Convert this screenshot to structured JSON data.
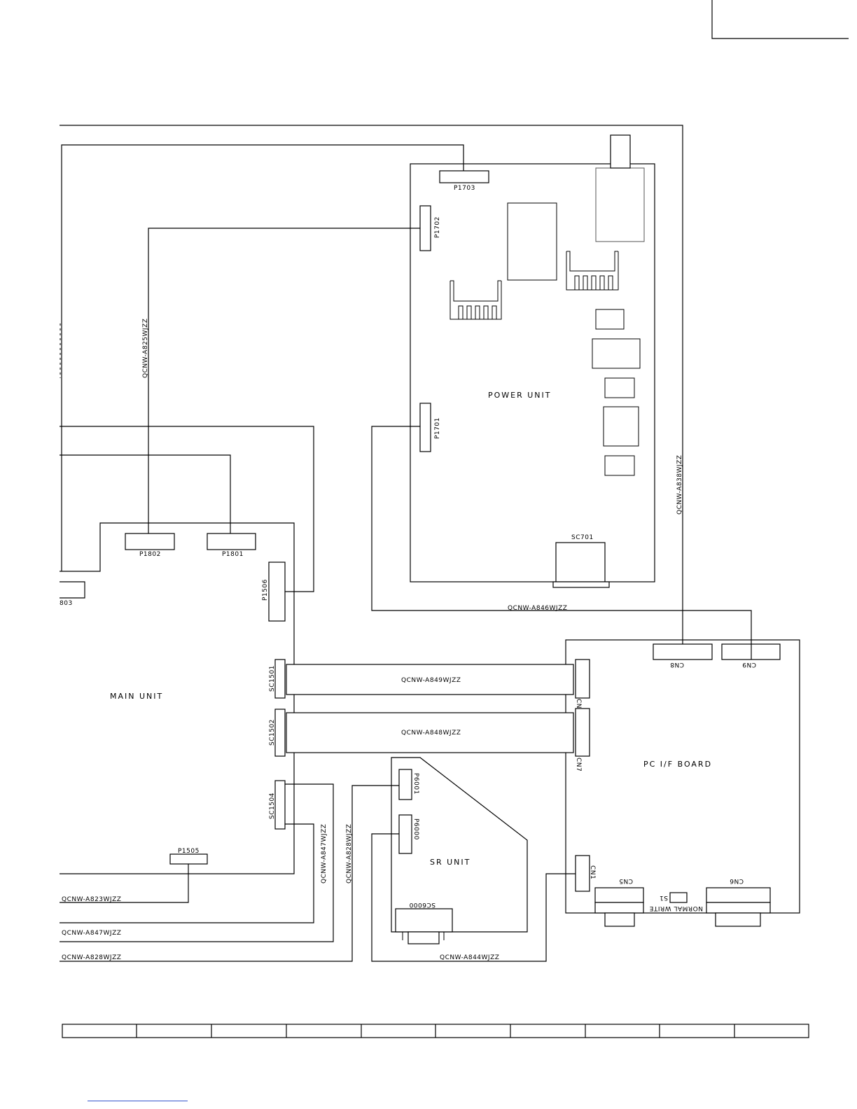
{
  "units": {
    "power": "POWER UNIT",
    "main": "MAIN UNIT",
    "pcif": "PC I/F BOARD",
    "sr": "SR UNIT"
  },
  "connectors": {
    "p1703": "P1703",
    "p1702": "P1702",
    "p1701": "P1701",
    "sc701": "SC701",
    "p1802": "P1802",
    "p1801": "P1801",
    "p1803": "803",
    "p1506": "P1506",
    "sc1501": "SC1501",
    "sc1502": "SC1502",
    "sc1504": "SC1504",
    "p1505": "P1505",
    "cn8": "CN8",
    "cn9": "CN9",
    "cn6": "CN6",
    "cn7": "CN7",
    "cn1": "CN1",
    "cn5": "CN5",
    "cn6b": "CN6",
    "p6001": "P6001",
    "p6000": "P6000",
    "sc6000": "SC6000",
    "s1": "S1",
    "normal_write": "NORMAL  WRITE"
  },
  "cables": {
    "a825": "QCNW-A825WJZZ",
    "a838": "QCNW-A838WJZZ",
    "a846": "QCNW-A846WJZZ",
    "a849": "QCNW-A849WJZZ",
    "a848": "QCNW-A848WJZZ",
    "a847v": "QCNW-A847WJZZ",
    "a828v": "QCNW-A828WJZZ",
    "a823": "QCNW-A823WJZZ",
    "a847": "QCNW-A847WJZZ",
    "a828": "QCNW-A828WJZZ",
    "a844": "QCNW-A844WJZZ"
  }
}
